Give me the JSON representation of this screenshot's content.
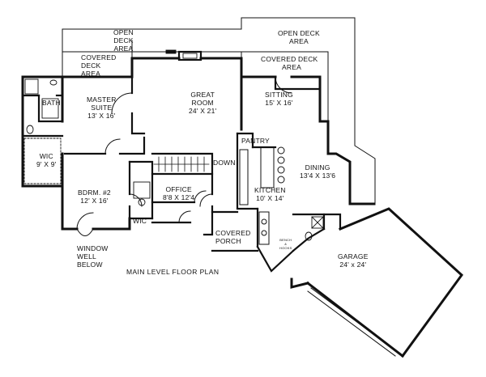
{
  "plan": {
    "title": "MAIN LEVEL FLOOR PLAN"
  },
  "rooms": {
    "open_deck_left": {
      "line1": "OPEN",
      "line2": "DECK",
      "line3": "AREA"
    },
    "open_deck_right": {
      "line1": "OPEN DECK",
      "line2": "AREA"
    },
    "covered_deck_left": {
      "line1": "COVERED",
      "line2": "DECK",
      "line3": "AREA"
    },
    "covered_deck_right": {
      "line1": "COVERED DECK",
      "line2": "AREA"
    },
    "great_room": {
      "name1": "GREAT",
      "name2": "ROOM",
      "size": "24' X 21'"
    },
    "sitting": {
      "name": "SITTING",
      "size": "15' X 16'"
    },
    "bath": {
      "name": "BATH"
    },
    "master_suite": {
      "name1": "MASTER",
      "name2": "SUITE",
      "size": "13' X 16'"
    },
    "wic_master": {
      "name": "WIC",
      "size": "9' X 9'"
    },
    "pantry": {
      "name": "PANTRY"
    },
    "down": {
      "name": "DOWN"
    },
    "dining": {
      "name": "DINING",
      "size": "13'4 X 13'6"
    },
    "bdrm2": {
      "name": "BDRM. #2",
      "size": "12' X 16'"
    },
    "office": {
      "name": "OFFICE",
      "size": "8'8 X 12'4"
    },
    "kitchen": {
      "name": "KITCHEN",
      "size": "10' X 14'"
    },
    "wic_small": {
      "name": "WIC"
    },
    "covered_porch": {
      "line1": "COVERED",
      "line2": "PORCH"
    },
    "garage": {
      "name": "GARAGE",
      "size": "24' x 24'"
    },
    "window_well": {
      "line1": "WINDOW",
      "line2": "WELL",
      "line3": "BELOW"
    },
    "bench_hooks": {
      "line1": "BENCH",
      "line2": "&",
      "line3": "HOOKS"
    }
  }
}
